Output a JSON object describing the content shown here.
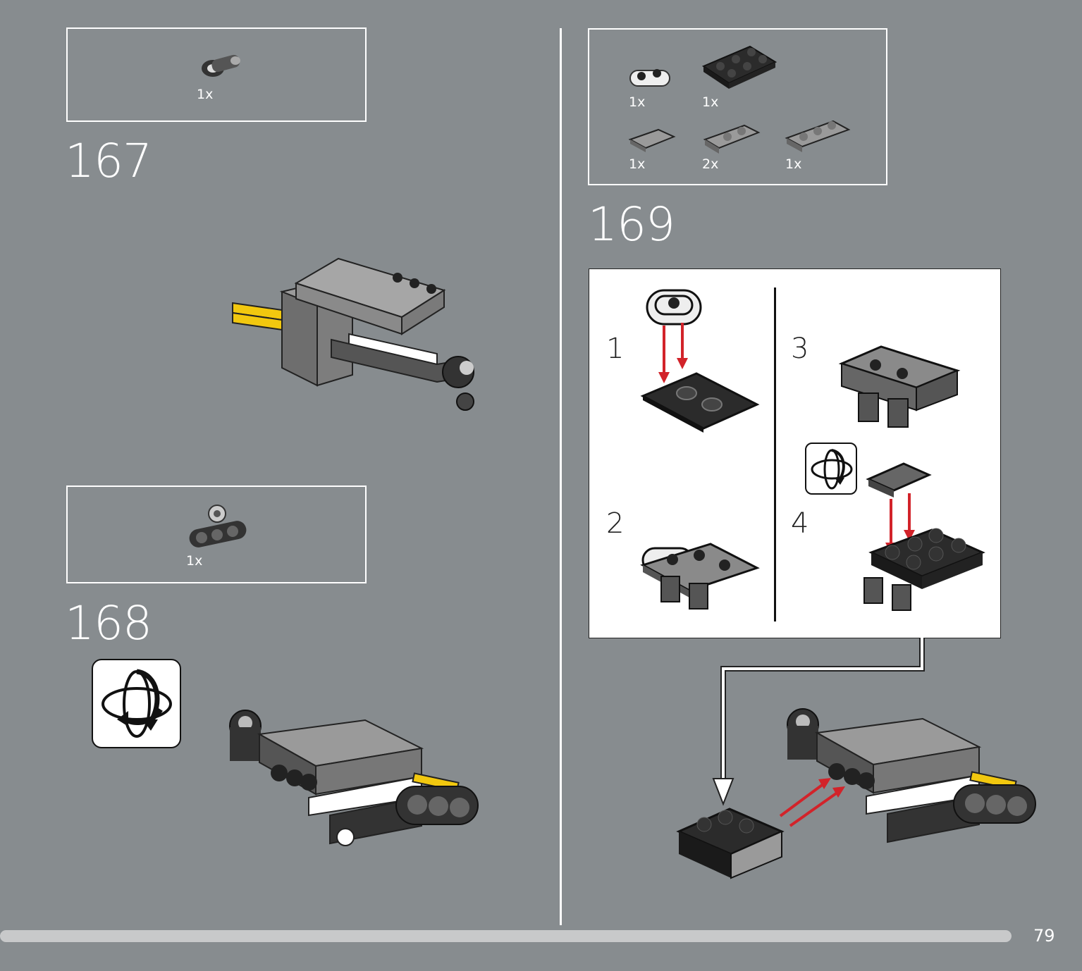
{
  "page": {
    "number": "79"
  },
  "steps": [
    {
      "number": "167",
      "parts": [
        {
          "name": "technic-connector-part",
          "qty": "1x"
        }
      ]
    },
    {
      "number": "168",
      "parts": [
        {
          "name": "technic-beam-3-part",
          "qty": "1x"
        }
      ]
    },
    {
      "number": "169",
      "parts": [
        {
          "name": "white-plate-1x2-rounded",
          "qty": "1x"
        },
        {
          "name": "black-plate-2x3",
          "qty": "1x"
        },
        {
          "name": "grey-tile-1x2",
          "qty": "1x"
        },
        {
          "name": "grey-plate-clip",
          "qty": "2x"
        },
        {
          "name": "grey-plate-1x3",
          "qty": "1x"
        }
      ],
      "substeps": [
        "1",
        "2",
        "3",
        "4"
      ]
    }
  ],
  "colors": {
    "background": "#878c8f",
    "panel": "#ffffff",
    "arrow_red": "#d2232a",
    "brick_black": "#2b2b2b",
    "brick_grey": "#9a9a9a",
    "axle_yellow": "#f2c80f"
  },
  "icons": [
    "rotate-model-icon"
  ]
}
